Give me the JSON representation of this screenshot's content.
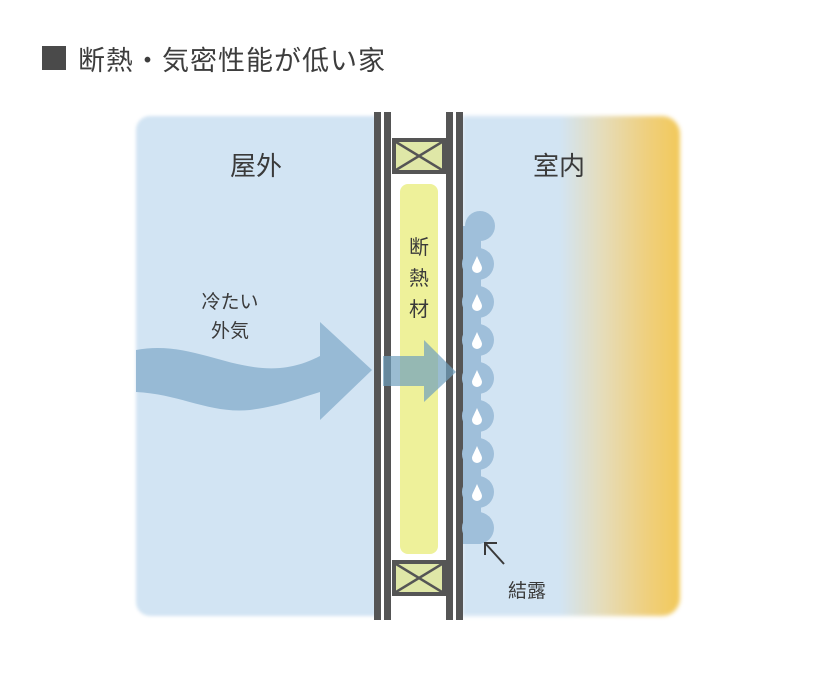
{
  "title": {
    "marker": "square-bullet",
    "text": "断熱・気密性能が低い家"
  },
  "diagram": {
    "outside_label": "屋外",
    "inside_label": "室内",
    "insulation_label_lines": [
      "断",
      "熱",
      "材"
    ],
    "cold_air_label_lines": [
      "冷たい",
      "外気"
    ],
    "condensation_label": "結露",
    "water_droplet_count": 7,
    "colors": {
      "outside_air": "#d2e4f3",
      "indoor_warm": "#f2c95a",
      "insulation": "#eef19a",
      "framing_block": "#dfe7a7",
      "stud": "#555555",
      "airflow_arrow": "#94b7d3",
      "condensation": "#9fbfda",
      "text": "#3a3a3a"
    }
  }
}
